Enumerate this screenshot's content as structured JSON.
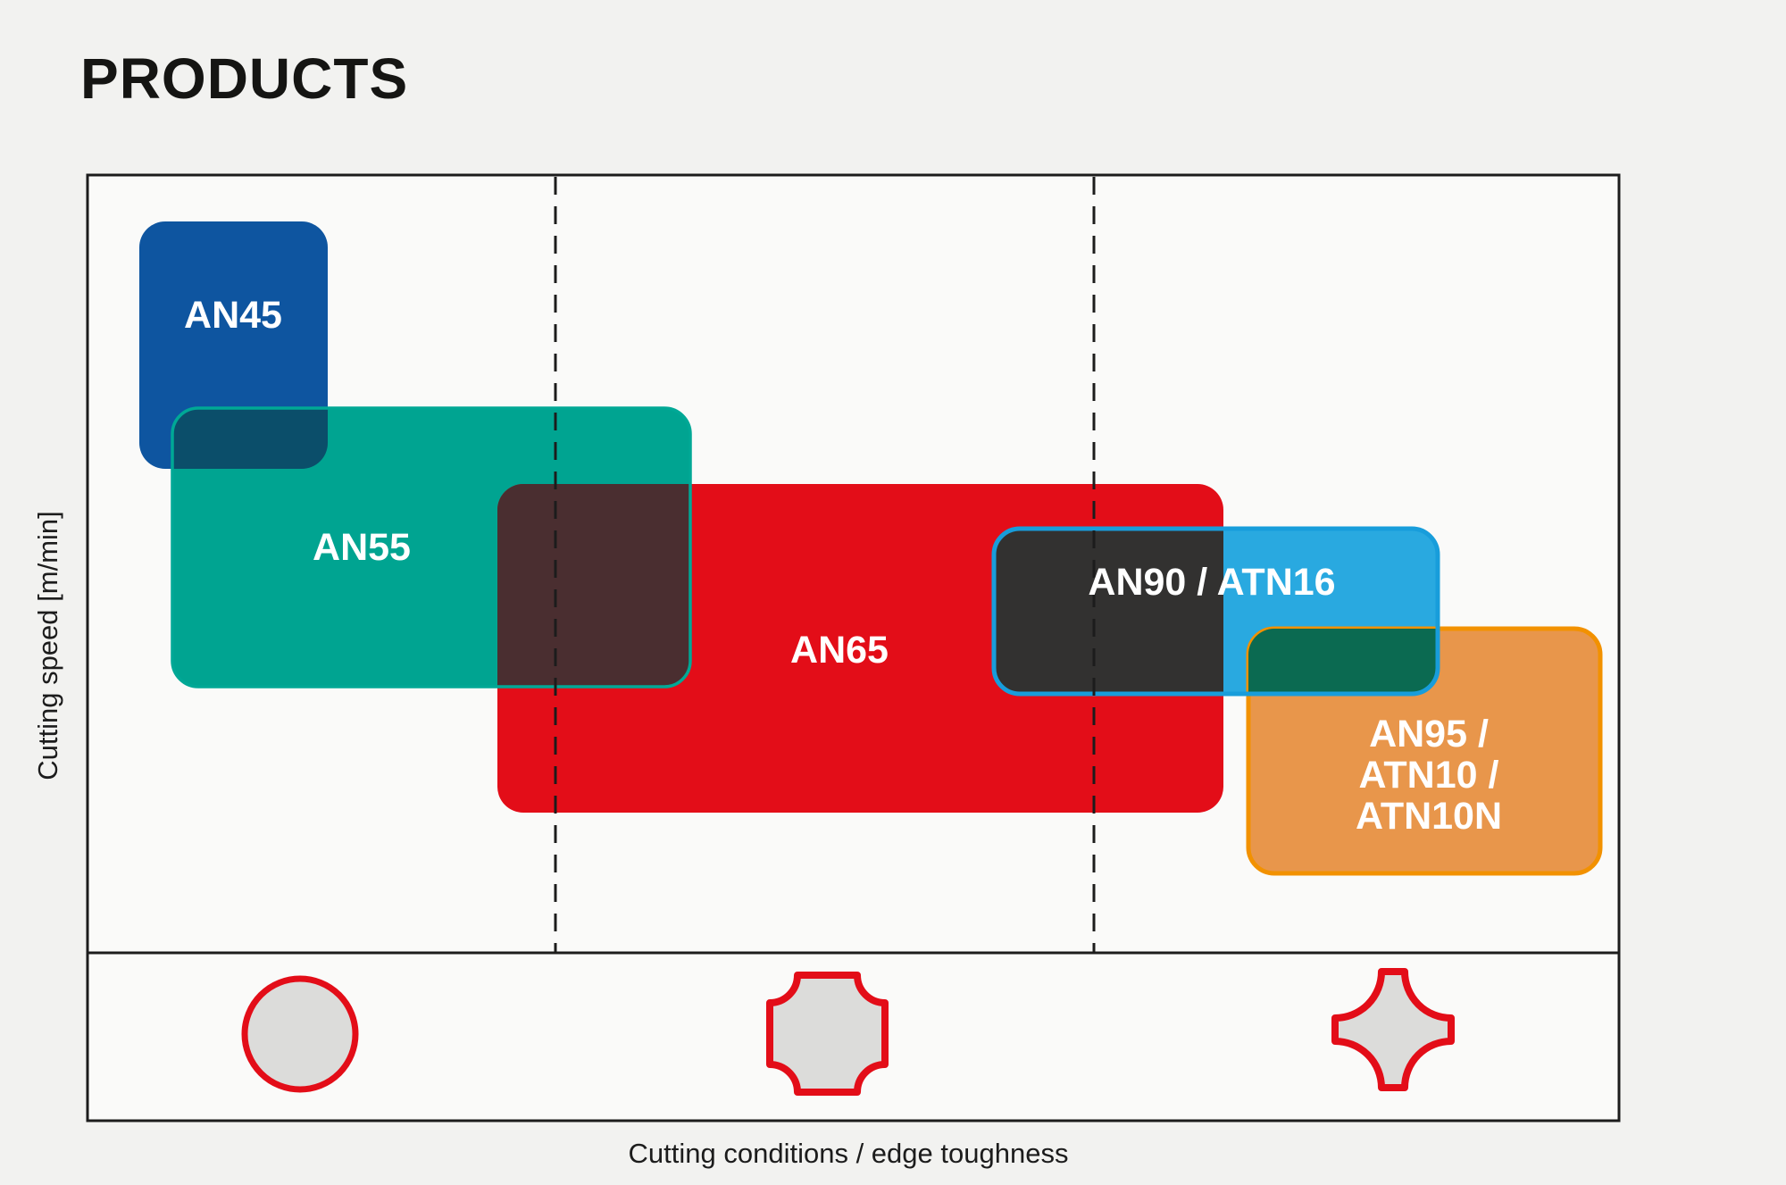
{
  "title": "PRODUCTS",
  "axes": {
    "y_label": "Cutting speed [m/min]",
    "x_label": "Cutting conditions / edge toughness"
  },
  "products": [
    {
      "label": "AN45",
      "fill": "#0e55a0"
    },
    {
      "label": "AN55",
      "fill": "#00a491",
      "stroke": "#00a896"
    },
    {
      "label": "AN65",
      "fill": "#e30d18"
    },
    {
      "label": "AN90 / ATN16",
      "fill": "#29a9e0",
      "stroke": "#189ddb"
    },
    {
      "label": "AN95 / ATN10 / ATN10N",
      "label_lines": [
        "AN95 /",
        "ATN10 /",
        "ATN10N"
      ],
      "fill": "#e8964b",
      "stroke": "#f29100"
    }
  ],
  "overlap_colors": {
    "an45_an55": "#0b4e6a",
    "an55_an65": "#4a2e30",
    "an65_an90": "#323130",
    "an90_an95": "#0b6a51"
  },
  "region_icons": [
    "round-insert",
    "square-concave-insert",
    "star-insert"
  ],
  "icon_style": {
    "fill": "#dcdcda",
    "stroke": "#e30d18"
  },
  "frame_color": "#1c1c1c",
  "chart_data": {
    "type": "area",
    "title": "PRODUCTS",
    "xlabel": "Cutting conditions / edge toughness",
    "ylabel": "Cutting speed [m/min]",
    "axis_scale": "qualitative, no numeric ticks; x and y expressed as fraction 0-1 of plot area",
    "x_dashed_dividers": [
      0.31,
      0.66
    ],
    "grid": "two vertical dashed divider lines only",
    "legend_position": "labels inside areas",
    "series": [
      {
        "name": "AN45",
        "x_range": [
          0.03,
          0.16
        ],
        "y_range": [
          0.62,
          0.94
        ],
        "color": "#0e55a0"
      },
      {
        "name": "AN55",
        "x_range": [
          0.06,
          0.39
        ],
        "y_range": [
          0.34,
          0.7
        ],
        "color": "#00a491"
      },
      {
        "name": "AN65",
        "x_range": [
          0.27,
          0.74
        ],
        "y_range": [
          0.18,
          0.6
        ],
        "color": "#e30d18"
      },
      {
        "name": "AN90 / ATN16",
        "x_range": [
          0.59,
          0.88
        ],
        "y_range": [
          0.33,
          0.55
        ],
        "color": "#29a9e0"
      },
      {
        "name": "AN95 / ATN10 / ATN10N",
        "x_range": [
          0.76,
          0.99
        ],
        "y_range": [
          0.1,
          0.42
        ],
        "color": "#e8964b"
      }
    ],
    "x_region_markers": [
      {
        "region": "left",
        "icon": "circle insert (round)"
      },
      {
        "region": "middle",
        "icon": "square insert with concave corners"
      },
      {
        "region": "right",
        "icon": "four-point star insert with concave sides"
      }
    ]
  }
}
